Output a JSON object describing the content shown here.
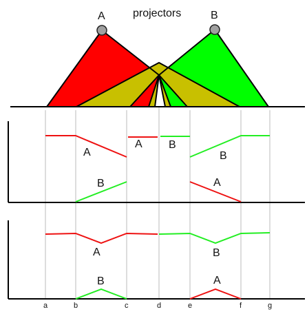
{
  "title": "projectors",
  "projectors": [
    {
      "label": "A",
      "color": "#ff0000"
    },
    {
      "label": "B",
      "color": "#00ff00"
    }
  ],
  "overlap_color": "#c8c000",
  "stroke_color": "#000000",
  "guide_color": "#bbbbbb",
  "red_color": "#ee1111",
  "green_color": "#22ee22",
  "positions": [
    "a",
    "b",
    "c",
    "d",
    "e",
    "f",
    "g"
  ],
  "panel1": {
    "a_upper": "A",
    "a_middle": "A",
    "b_middle": "B",
    "b_upper": "B",
    "b_lower": "B",
    "a_lower": "A"
  },
  "panel2": {
    "a_label": "A",
    "b_label": "B",
    "b_bottom": "B",
    "a_bottom": "A"
  }
}
